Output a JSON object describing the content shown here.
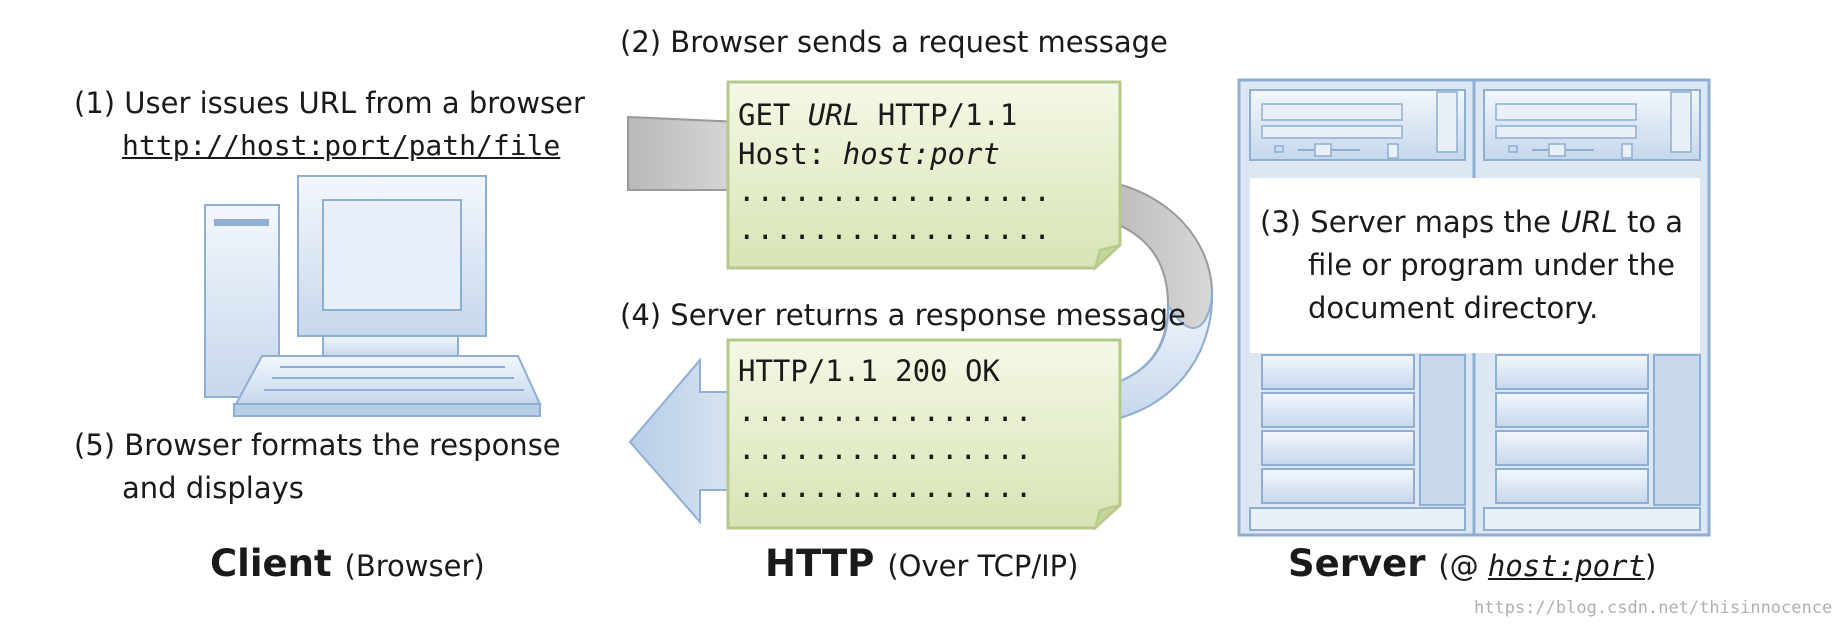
{
  "step1": {
    "label": "(1) User issues URL from a browser",
    "url": "http://host:port/path/file"
  },
  "step2": {
    "label": "(2) Browser sends a request message"
  },
  "request": {
    "line1_pre": "GET ",
    "line1_it": "URL",
    "line1_post": " HTTP/1.1",
    "line2_pre": "Host: ",
    "line2_it": "host:port",
    "dots": "................."
  },
  "step3": {
    "line1_pre": "(3) Server maps the ",
    "line1_it": "URL",
    "line1_post": " to a",
    "line2": "file or program under the",
    "line3": "document directory."
  },
  "step4": {
    "label": "(4) Server returns a response message"
  },
  "response": {
    "line1": "HTTP/1.1 200 OK",
    "dots": "................"
  },
  "step5": {
    "line1": "(5) Browser formats the response",
    "line2": "and displays"
  },
  "captions": {
    "client_bold": "Client",
    "client_sub": "(Browser)",
    "http_bold": "HTTP",
    "http_sub": "(Over TCP/IP)",
    "server_bold": "Server",
    "server_sub_pre": "(@ ",
    "server_sub_it": "host:port",
    "server_sub_post": ")"
  },
  "watermark": "https://blog.csdn.net/thisinnocence",
  "colors": {
    "note_fill": "#e3ecc8",
    "note_border": "#b6c98c",
    "blue_fill": "#c9d9ec",
    "blue_border": "#8eaed3",
    "arrow_gray": "#c8c8c8"
  }
}
